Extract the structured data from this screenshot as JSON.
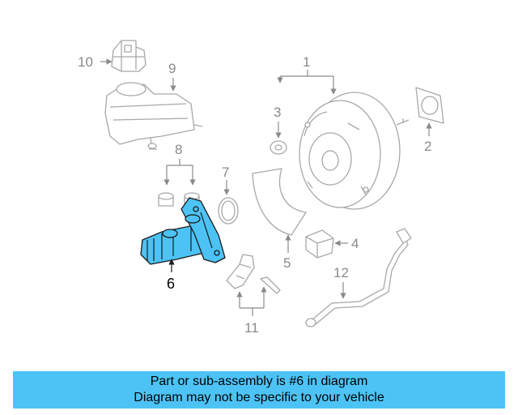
{
  "callouts": {
    "c1": "1",
    "c2": "2",
    "c3": "3",
    "c4": "4",
    "c5": "5",
    "c6": "6",
    "c7": "7",
    "c8": "8",
    "c9": "9",
    "c10": "10",
    "c11": "11",
    "c12": "12"
  },
  "banner": {
    "line1": "Part or sub-assembly is #6 in diagram",
    "line2": "Diagram may not be specific to your vehicle"
  },
  "colors": {
    "highlight": "#4dc3f5",
    "outline": "#a8a8a8",
    "callout": "#8a8a8a"
  }
}
